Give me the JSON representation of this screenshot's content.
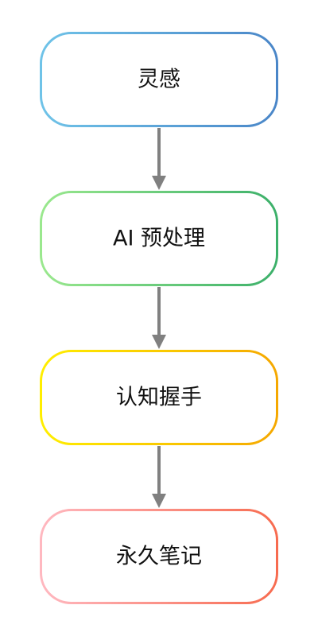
{
  "diagram": {
    "type": "vertical-flowchart",
    "nodes": [
      {
        "id": "n1",
        "label": "灵感",
        "gradient": [
          "#6fc3e8",
          "#4a86c8"
        ]
      },
      {
        "id": "n2",
        "label": "AI 预处理",
        "gradient": [
          "#9ae88e",
          "#3cb06a"
        ]
      },
      {
        "id": "n3",
        "label": "认知握手",
        "gradient": [
          "#ffee00",
          "#f5a800"
        ]
      },
      {
        "id": "n4",
        "label": "永久笔记",
        "gradient": [
          "#ffb8c0",
          "#f76b4f"
        ]
      }
    ],
    "edges": [
      {
        "from": "n1",
        "to": "n2"
      },
      {
        "from": "n2",
        "to": "n3"
      },
      {
        "from": "n3",
        "to": "n4"
      }
    ],
    "arrow_color": "#808080"
  }
}
